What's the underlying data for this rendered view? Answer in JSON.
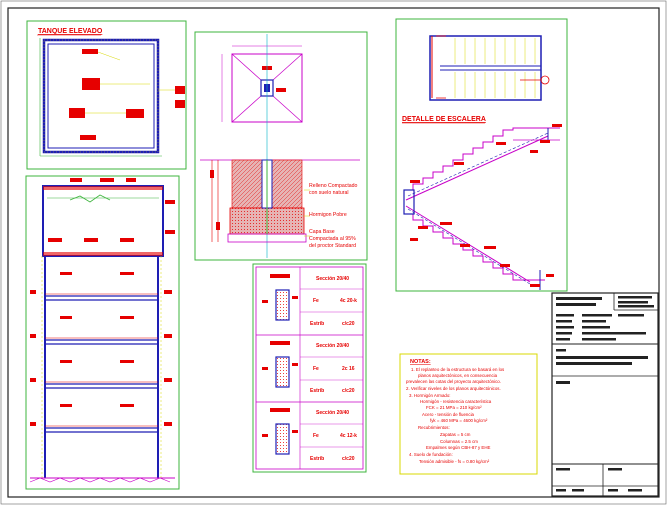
{
  "colors": {
    "border_green": "#3cb43c",
    "wall_blue": "#1e1eb4",
    "tag_red": "#e60000",
    "label_red": "#e60000",
    "yellow": "#d8d800",
    "magenta": "#c800c8",
    "cyan": "#00b4c8"
  },
  "tank_title": "TANQUE ELEVADO",
  "stair_title": "DETALLE DE ESCALERA",
  "footing_labels": {
    "line1": "Relleno Compactado",
    "line2": "con suelo natural",
    "line3": "Hormigon Pobre",
    "line4": "Capa Base",
    "line5": "Compactada al 95%",
    "line6": "del proctor Standard"
  },
  "sections": [
    {
      "title": "Sección 20/40",
      "fe_label": "Fe",
      "fe_value": "4c 20-k",
      "estribo_label": "Estrib",
      "estribo_value": "c/c20"
    },
    {
      "title": "Sección 20/40",
      "fe_label": "Fe",
      "fe_value": "2c 16",
      "estribo_label": "Estrib",
      "estribo_value": "c/c20"
    },
    {
      "title": "Sección 20/40",
      "fe_label": "Fe",
      "fe_value": "4c 12-k",
      "estribo_label": "Estrib",
      "estribo_value": "c/c20"
    }
  ],
  "notes": {
    "title": "NOTAS:",
    "lines": [
      "1. El replanteo de la estructura se basará en los",
      "planos arquitectónicos, en consecuencia",
      "prevalecen las cotas del proyecto arquitectónico.",
      "2. Verificar niveles de los planos arquitectónicos.",
      "3. Hormigón Armado:",
      "Hormigón - resistencia característica",
      "FCK = 21 MPa = 210 kg/cm²",
      "Acero - tensión de fluencia",
      "fyk = 460 MPa = 4600 kg/cm²",
      "Recubrimientos:",
      "Zapatas = 5 cm",
      "Columnas = 2.5 cm",
      "Empalmes según CBH-87 y EHE",
      "4. Suelo de fundación:",
      "Tensión admisible - fs = 0.80 kg/cm²"
    ]
  }
}
